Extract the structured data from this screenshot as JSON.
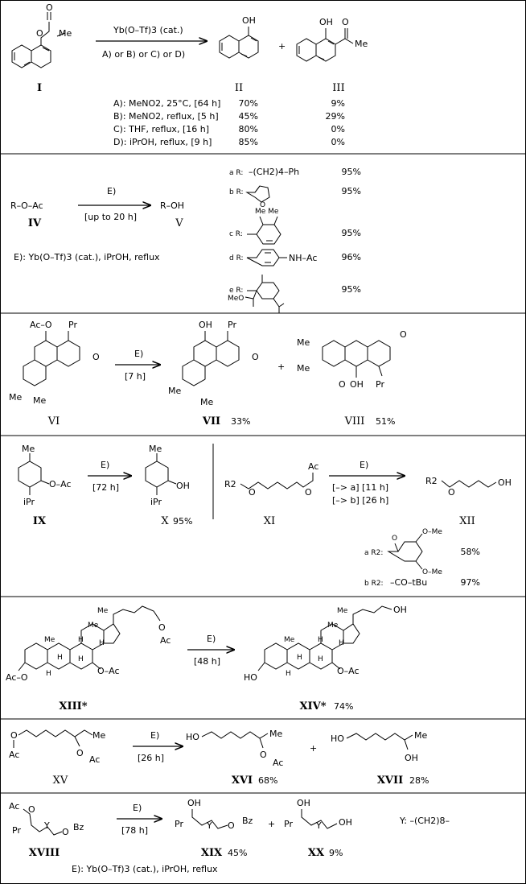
{
  "colors": {
    "ink": "#000000",
    "background": "#ffffff"
  },
  "r1": {
    "reagent": "Yb(O–Tf)3 (cat.)",
    "conditions": "A) or B) or C) or D)",
    "plus": "+",
    "compounds": {
      "I": "I",
      "II": "II",
      "III": "III"
    },
    "atoms": {
      "O": "O",
      "Me": "Me",
      "OH": "OH"
    },
    "table": [
      {
        "cond": "A): MeNO2, 25°C, [64 h]",
        "ii": "70%",
        "iii": "9%"
      },
      {
        "cond": "B): MeNO2, reflux, [5 h]",
        "ii": "45%",
        "iii": "29%"
      },
      {
        "cond": "C): THF, reflux, [16 h]",
        "ii": "80%",
        "iii": "0%"
      },
      {
        "cond": "D): iPrOH, reflux, [9 h]",
        "ii": "85%",
        "iii": "0%"
      }
    ]
  },
  "r2": {
    "reactant": "R–O–Ac",
    "product": "R–OH",
    "reagent": "E)",
    "time": "[up to 20 h]",
    "labels": {
      "IV": "IV",
      "V": "V"
    },
    "legend_E": "E): Yb(O–Tf)3 (cat.), iPrOH, reflux",
    "r_groups": [
      {
        "key": "a R:",
        "text": "–(CH2)4–Ph",
        "yield": "95%"
      },
      {
        "key": "b R:",
        "text": "O",
        "yield": "95%"
      },
      {
        "key": "c R:",
        "text": "Me  Me",
        "yield": "95%"
      },
      {
        "key": "d R:",
        "text": "NH–Ac",
        "yield": "96%"
      },
      {
        "key": "e R:",
        "text": "MeO",
        "yield": "95%"
      }
    ]
  },
  "r3": {
    "reagent": "E)",
    "time": "[7 h]",
    "plus": "+",
    "labels": {
      "VI": "VI",
      "VII": "VII",
      "VIII": "VIII"
    },
    "yields": {
      "VII": "33%",
      "VIII": "51%"
    },
    "atoms": {
      "AcO": "Ac–O",
      "Pr": "Pr",
      "Me": "Me",
      "O": "O",
      "OH": "OH"
    }
  },
  "r4": {
    "reagent": "E)",
    "time": "[72 h]",
    "labels": {
      "IX": "IX",
      "X": "X"
    },
    "yield": "95%",
    "atoms": {
      "Me": "Me",
      "iPr": "iPr",
      "OAc": "O–Ac",
      "OH": "OH"
    }
  },
  "r5": {
    "reagent": "E)",
    "times": [
      "[–> a] [11 h]",
      "[–> b] [26 h]"
    ],
    "labels": {
      "XI": "XI",
      "XII": "XII"
    },
    "atoms": {
      "R2": "R2",
      "O": "O",
      "Ac": "Ac",
      "OH": "OH",
      "OMe": "O–Me"
    },
    "r2_groups": [
      {
        "key": "a R2:",
        "yield": "58%"
      },
      {
        "key": "b R2:",
        "text": "–CO–tBu",
        "yield": "97%"
      }
    ]
  },
  "r6": {
    "reagent": "E)",
    "time": "[48 h]",
    "labels": {
      "XIII": "XIII*",
      "XIV": "XIV*"
    },
    "yield": "74%",
    "atoms": {
      "Me": "Me",
      "H": "H",
      "AcO": "Ac–O",
      "OAc": "O–Ac",
      "HO": "HO",
      "OH": "OH",
      "O": "O",
      "Ac": "Ac"
    }
  },
  "r7": {
    "reagent": "E)",
    "time": "[26 h]",
    "plus": "+",
    "labels": {
      "XV": "XV",
      "XVI": "XVI",
      "XVII": "XVII"
    },
    "yields": {
      "XVI": "68%",
      "XVII": "28%"
    },
    "atoms": {
      "O": "O",
      "Ac": "Ac",
      "Me": "Me",
      "HO": "HO",
      "OH": "OH"
    }
  },
  "r8": {
    "reagent": "E)",
    "time": "[78 h]",
    "plus": "+",
    "labels": {
      "XVIII": "XVIII",
      "XIX": "XIX",
      "XX": "XX"
    },
    "yields": {
      "XIX": "45%",
      "XX": "9%"
    },
    "atoms": {
      "Ac": "Ac",
      "O": "O",
      "Pr": "Pr",
      "Y": "Y",
      "Bz": "Bz",
      "OH": "OH"
    },
    "y_def": "Y: –(CH2)8–",
    "legend_E": "E): Yb(O–Tf)3 (cat.), iPrOH, reflux"
  }
}
